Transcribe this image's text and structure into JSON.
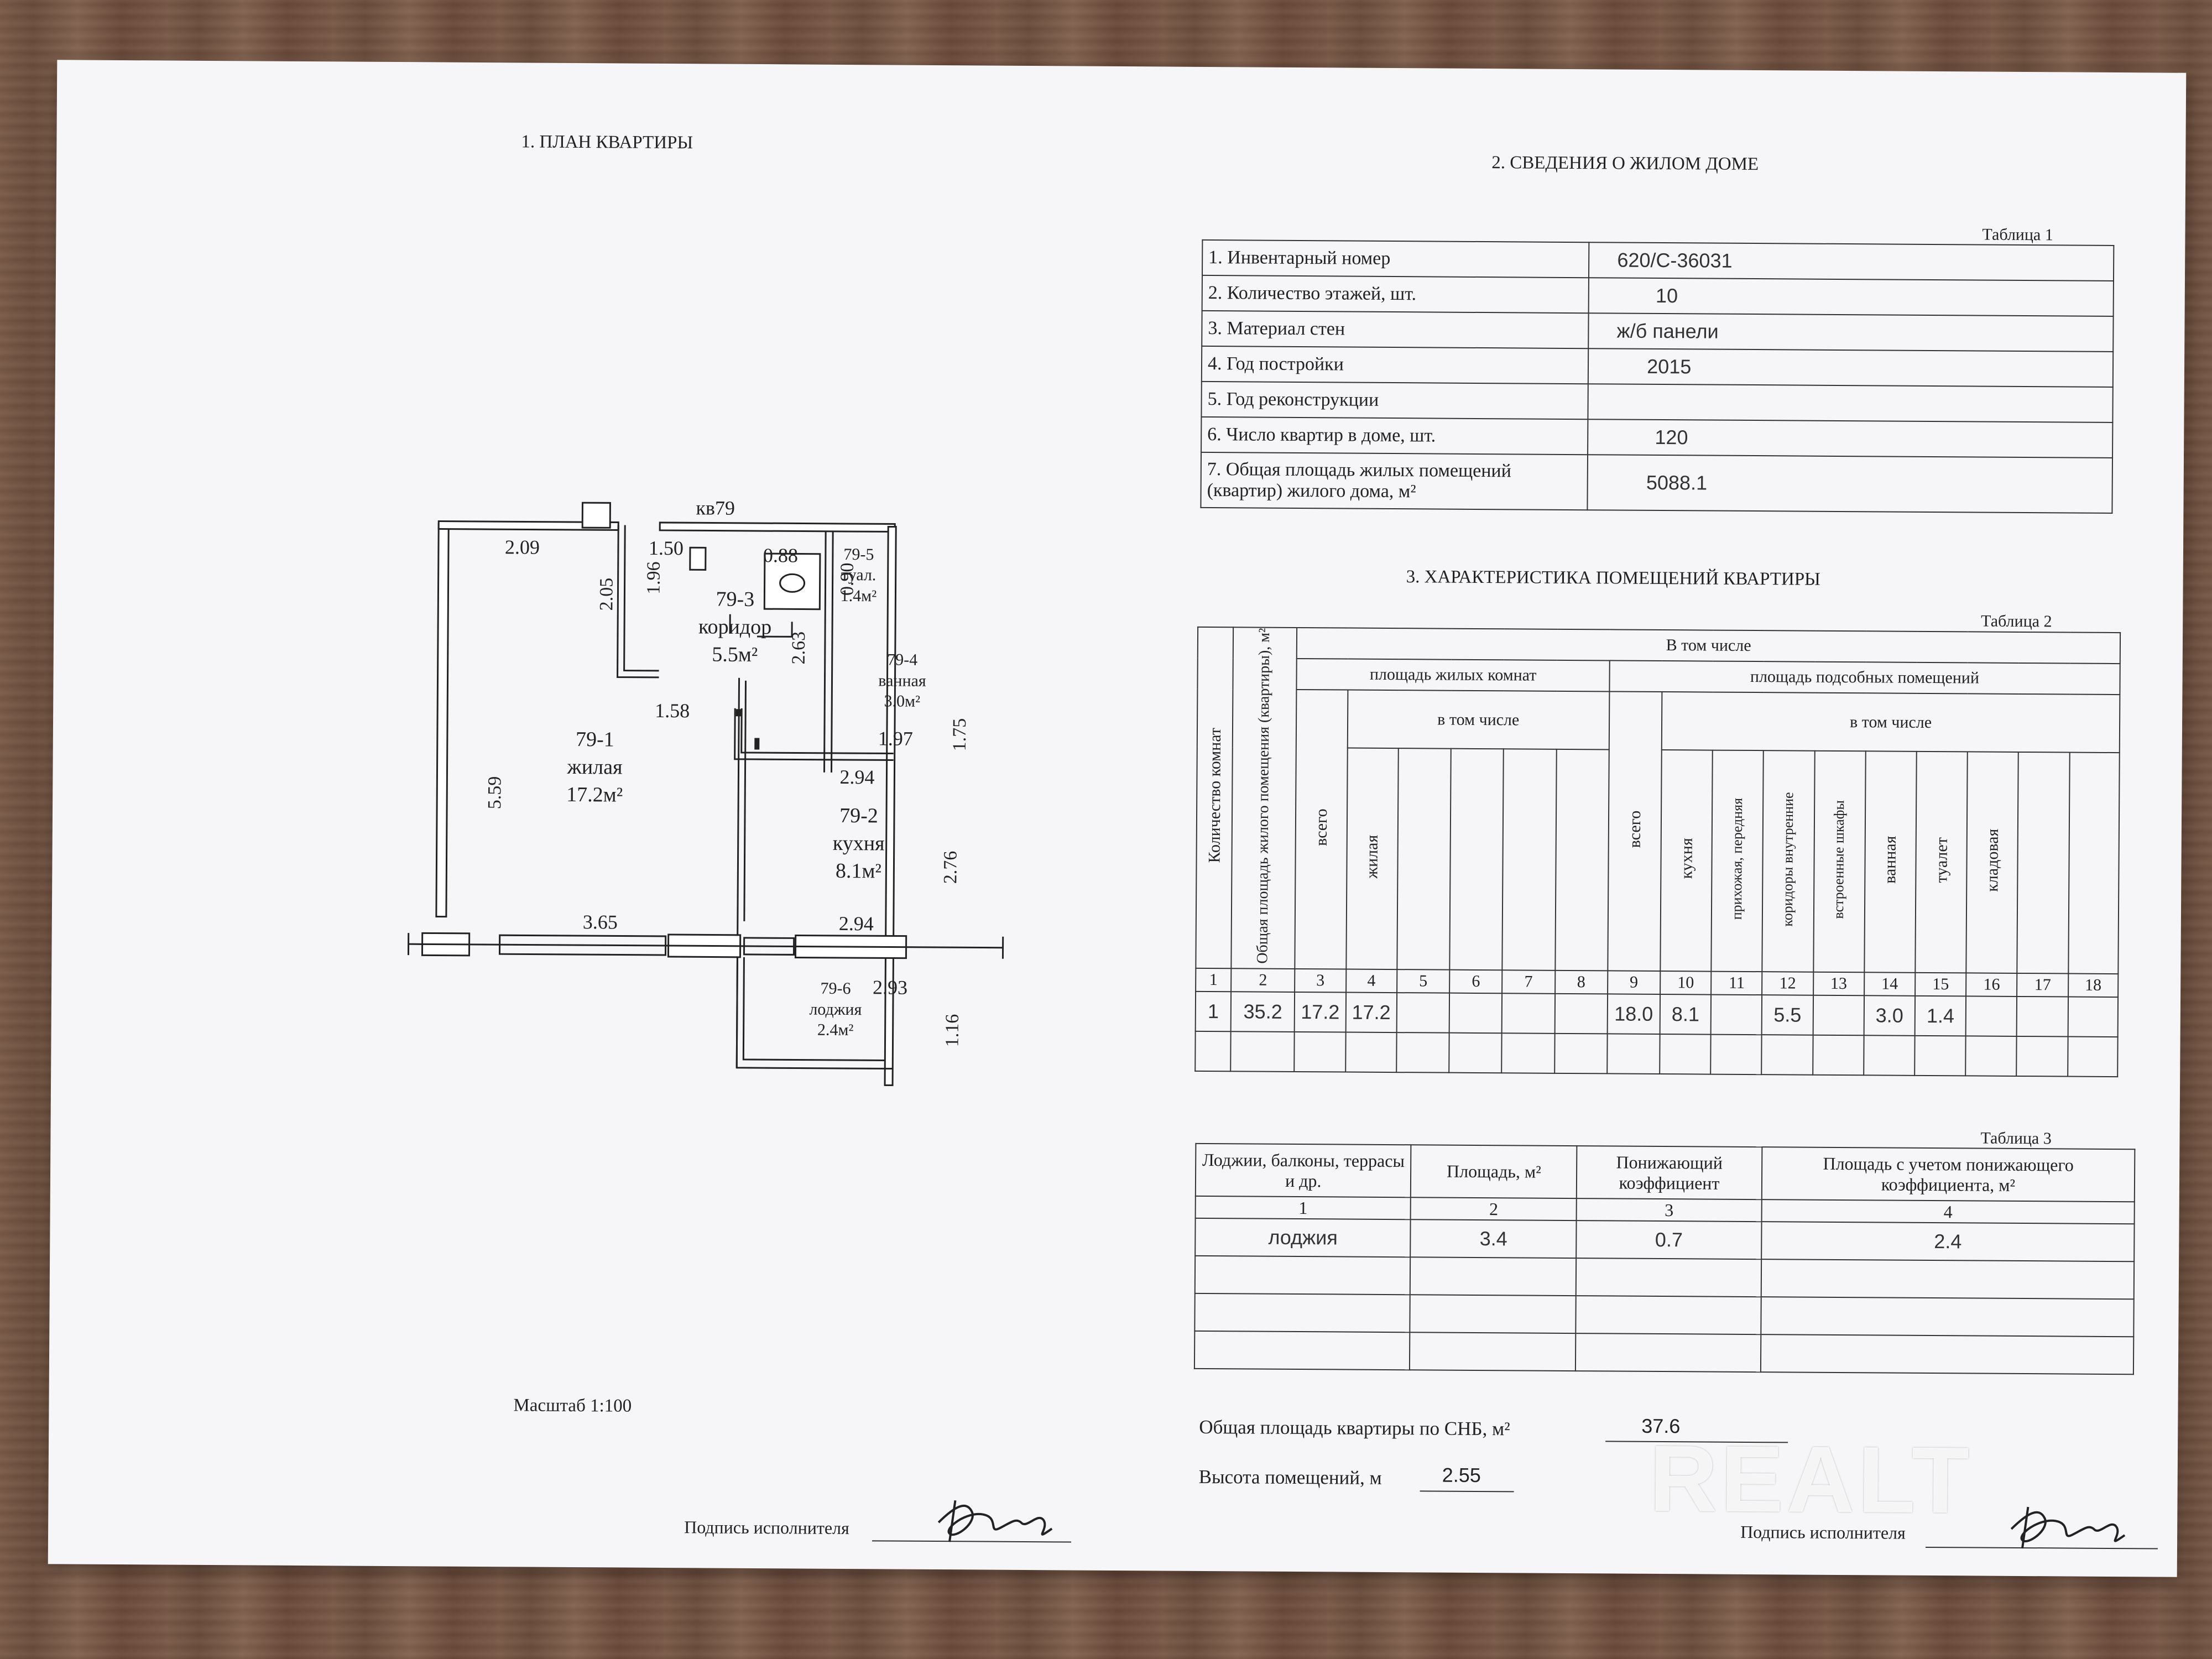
{
  "headings": {
    "plan": "1. ПЛАН КВАРТИРЫ",
    "house": "2. СВЕДЕНИЯ О ЖИЛОМ ДОМЕ",
    "rooms": "3. ХАРАКТЕРИСТИКА ПОМЕЩЕНИЙ КВАРТИРЫ"
  },
  "table1": {
    "caption": "Таблица 1",
    "rows": [
      {
        "label": "1. Инвентарный номер",
        "value": "620/С-36031"
      },
      {
        "label": "2. Количество этажей, шт.",
        "value": "10"
      },
      {
        "label": "3. Материал стен",
        "value": "ж/б панели"
      },
      {
        "label": "4. Год постройки",
        "value": "2015"
      },
      {
        "label": "5. Год реконструкции",
        "value": ""
      },
      {
        "label": "6. Число квартир в доме, шт.",
        "value": "120"
      },
      {
        "label": "7. Общая площадь жилых помещений (квартир) жилого дома, м²",
        "value": "5088.1"
      }
    ]
  },
  "table2": {
    "caption": "Таблица 2",
    "h_including": "В том числе",
    "h_living": "площадь жилых комнат",
    "h_aux": "площадь подсобных помещений",
    "h_incl_living": "в том числе",
    "h_incl_aux": "в том числе",
    "h_rooms_count": "Количество комнат",
    "h_total_area": "Общая площадь жилого помещения (квартиры), м²",
    "h_total": "всего",
    "h_living_room": "жилая",
    "h_aux_total": "всего",
    "h_kitchen": "кухня",
    "h_hall": "прихожая, передняя",
    "h_corridors": "коридоры внутренние",
    "h_closets": "встроенные шкафы",
    "h_bath": "ванная",
    "h_toilet": "туалет",
    "h_storage": "кладовая",
    "numbers": [
      "1",
      "2",
      "3",
      "4",
      "5",
      "6",
      "7",
      "8",
      "9",
      "10",
      "11",
      "12",
      "13",
      "14",
      "15",
      "16",
      "17",
      "18"
    ],
    "row1": [
      "1",
      "35.2",
      "17.2",
      "17.2",
      "",
      "",
      "",
      "",
      "18.0",
      "8.1",
      "",
      "5.5",
      "",
      "3.0",
      "1.4",
      "",
      "",
      ""
    ]
  },
  "table3": {
    "caption": "Таблица 3",
    "headers": [
      "Лоджии, балконы, террасы и др.",
      "Площадь, м²",
      "Понижающий коэффициент",
      "Площадь с учетом понижающего коэффициента, м²"
    ],
    "numbers": [
      "1",
      "2",
      "3",
      "4"
    ],
    "row1": [
      "лоджия",
      "3.4",
      "0.7",
      "2.4"
    ]
  },
  "plan": {
    "apt": "кв79",
    "scale": "Масштаб 1:100",
    "rooms": [
      {
        "id": "79-1",
        "name": "жилая",
        "area": "17.2м²"
      },
      {
        "id": "79-2",
        "name": "кухня",
        "area": "8.1м²"
      },
      {
        "id": "79-3",
        "name": "коридор",
        "area": "5.5м²"
      },
      {
        "id": "79-4",
        "name": "ванная",
        "area": "3.0м²"
      },
      {
        "id": "79-5",
        "name": "туал.",
        "area": "1.4м²"
      },
      {
        "id": "79-6",
        "name": "лоджия",
        "area": "2.4м²"
      }
    ],
    "dims": {
      "d209": "2.09",
      "d150": "1.50",
      "d088": "0.88",
      "d090": "0.90",
      "d205": "2.05",
      "d196": "1.96",
      "d263": "2.63",
      "d175": "1.75",
      "d158": "1.58",
      "d197": "1.97",
      "d294a": "2.94",
      "d559": "5.59",
      "d276": "2.76",
      "d365": "3.65",
      "d294b": "2.94",
      "d293": "2.93",
      "d116": "1.16"
    }
  },
  "totals": {
    "area_label": "Общая площадь квартиры по СНБ, м²",
    "area_value": "37.6",
    "height_label": "Высота помещений, м",
    "height_value": "2.55"
  },
  "signature": {
    "label_left": "Подпись исполнителя",
    "label_right": "Подпись исполнителя"
  },
  "watermark": "REALT"
}
